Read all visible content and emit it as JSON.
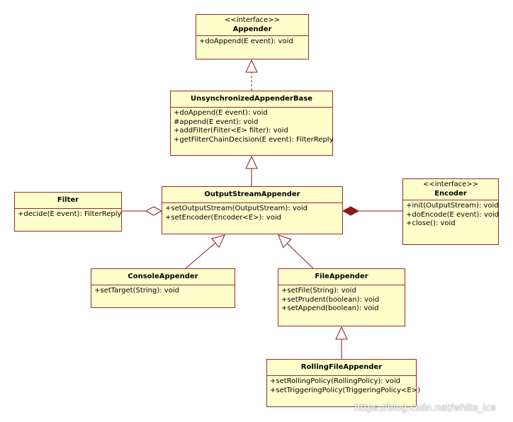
{
  "colors": {
    "fill": "#ffffcc",
    "border": "#9a2a2a",
    "line": "#8b1a1a",
    "text": "#000000"
  },
  "classes": {
    "appender": {
      "stereotype": "<<interface>>",
      "name": "Appender",
      "ops": [
        "+doAppend(E event): void"
      ]
    },
    "unsync": {
      "name": "UnsynchronizedAppenderBase",
      "ops": [
        "+doAppend(E event): void",
        "#append(E event): void",
        "+addFilter(Filter<E> filter): void",
        "+getFilterChainDecision(E event): FilterReply"
      ]
    },
    "outputstream": {
      "name": "OutputStreamAppender",
      "ops": [
        "+setOutputStream(OutputStream): void",
        "+setEncoder(Encoder<E>): void"
      ]
    },
    "filter": {
      "name": "Filter",
      "ops": [
        "+decide(E event): FilterReply"
      ]
    },
    "encoder": {
      "stereotype": "<<interface>>",
      "name": "Encoder",
      "ops": [
        "+init(OutputStream): void",
        "+doEncode(E event): void",
        "+close(): void"
      ]
    },
    "console": {
      "name": "ConsoleAppender",
      "ops": [
        "+setTarget(String): void"
      ]
    },
    "file": {
      "name": "FileAppender",
      "ops": [
        "+setFile(String): void",
        "+setPrudent(boolean): void",
        "+setAppend(boolean): void"
      ]
    },
    "rolling": {
      "name": "RollingFileAppender",
      "ops": [
        "+setRollingPolicy(RollingPolicy): void",
        "+setTriggeringPolicy(TriggeringPolicy<E>)"
      ]
    }
  },
  "relations": [
    {
      "from": "unsync",
      "to": "appender",
      "kind": "realization"
    },
    {
      "from": "outputstream",
      "to": "unsync",
      "kind": "generalization"
    },
    {
      "from": "console",
      "to": "outputstream",
      "kind": "generalization"
    },
    {
      "from": "file",
      "to": "outputstream",
      "kind": "generalization"
    },
    {
      "from": "rolling",
      "to": "file",
      "kind": "generalization"
    },
    {
      "from": "filter",
      "to": "outputstream",
      "kind": "aggregation"
    },
    {
      "from": "encoder",
      "to": "outputstream",
      "kind": "composition"
    }
  ],
  "watermark": "https://blog.csdn.net/white_ice"
}
